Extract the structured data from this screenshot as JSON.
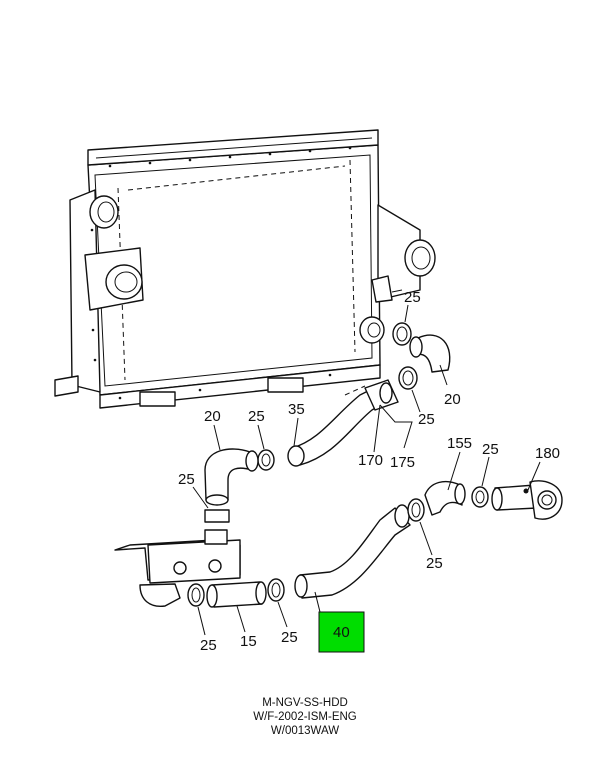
{
  "callouts": {
    "c25_top": "25",
    "c20_right": "20",
    "c25_mid": "25",
    "c20_left": "20",
    "c25_a": "25",
    "c35": "35",
    "c170": "170",
    "c175": "175",
    "c155": "155",
    "c25_b": "25",
    "c180": "180",
    "c25_left": "25",
    "c25_right_low": "25",
    "c25_bottom_left": "25",
    "c15": "15",
    "c25_bottom_mid": "25",
    "c40": "40"
  },
  "highlight_color": "#00dd00",
  "caption": {
    "line1": "M-NGV-SS-HDD",
    "line2": "W/F-2002-ISM-ENG",
    "line3": "W/0013WAW"
  }
}
